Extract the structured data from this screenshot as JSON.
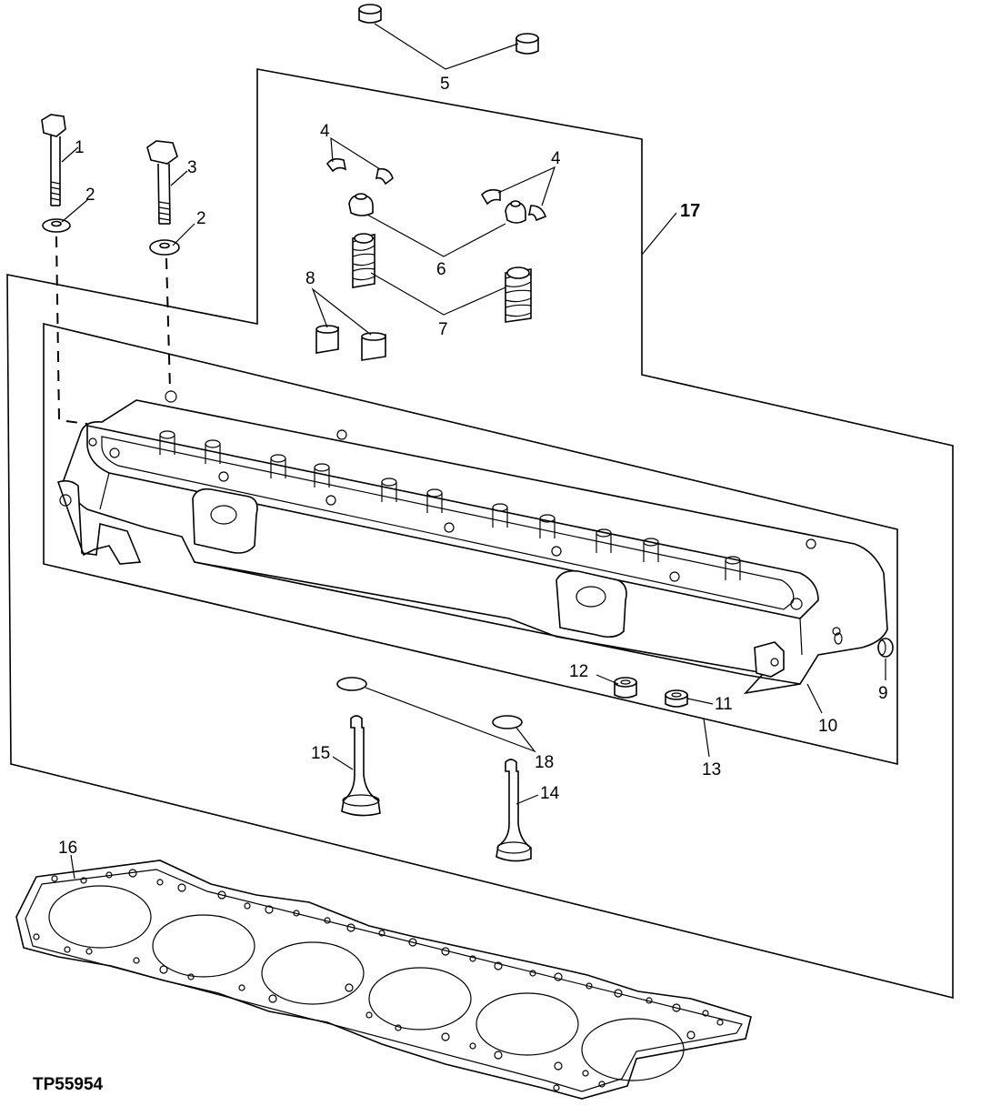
{
  "figure_id": "TP55954",
  "callouts": {
    "c1": "1",
    "c2a": "2",
    "c2b": "2",
    "c3": "3",
    "c4a": "4",
    "c4b": "4",
    "c5": "5",
    "c6": "6",
    "c7": "7",
    "c8": "8",
    "c9": "9",
    "c10": "10",
    "c11": "11",
    "c12": "12",
    "c13": "13",
    "c14": "14",
    "c15": "15",
    "c16": "16",
    "c17": "17",
    "c18": "18"
  }
}
